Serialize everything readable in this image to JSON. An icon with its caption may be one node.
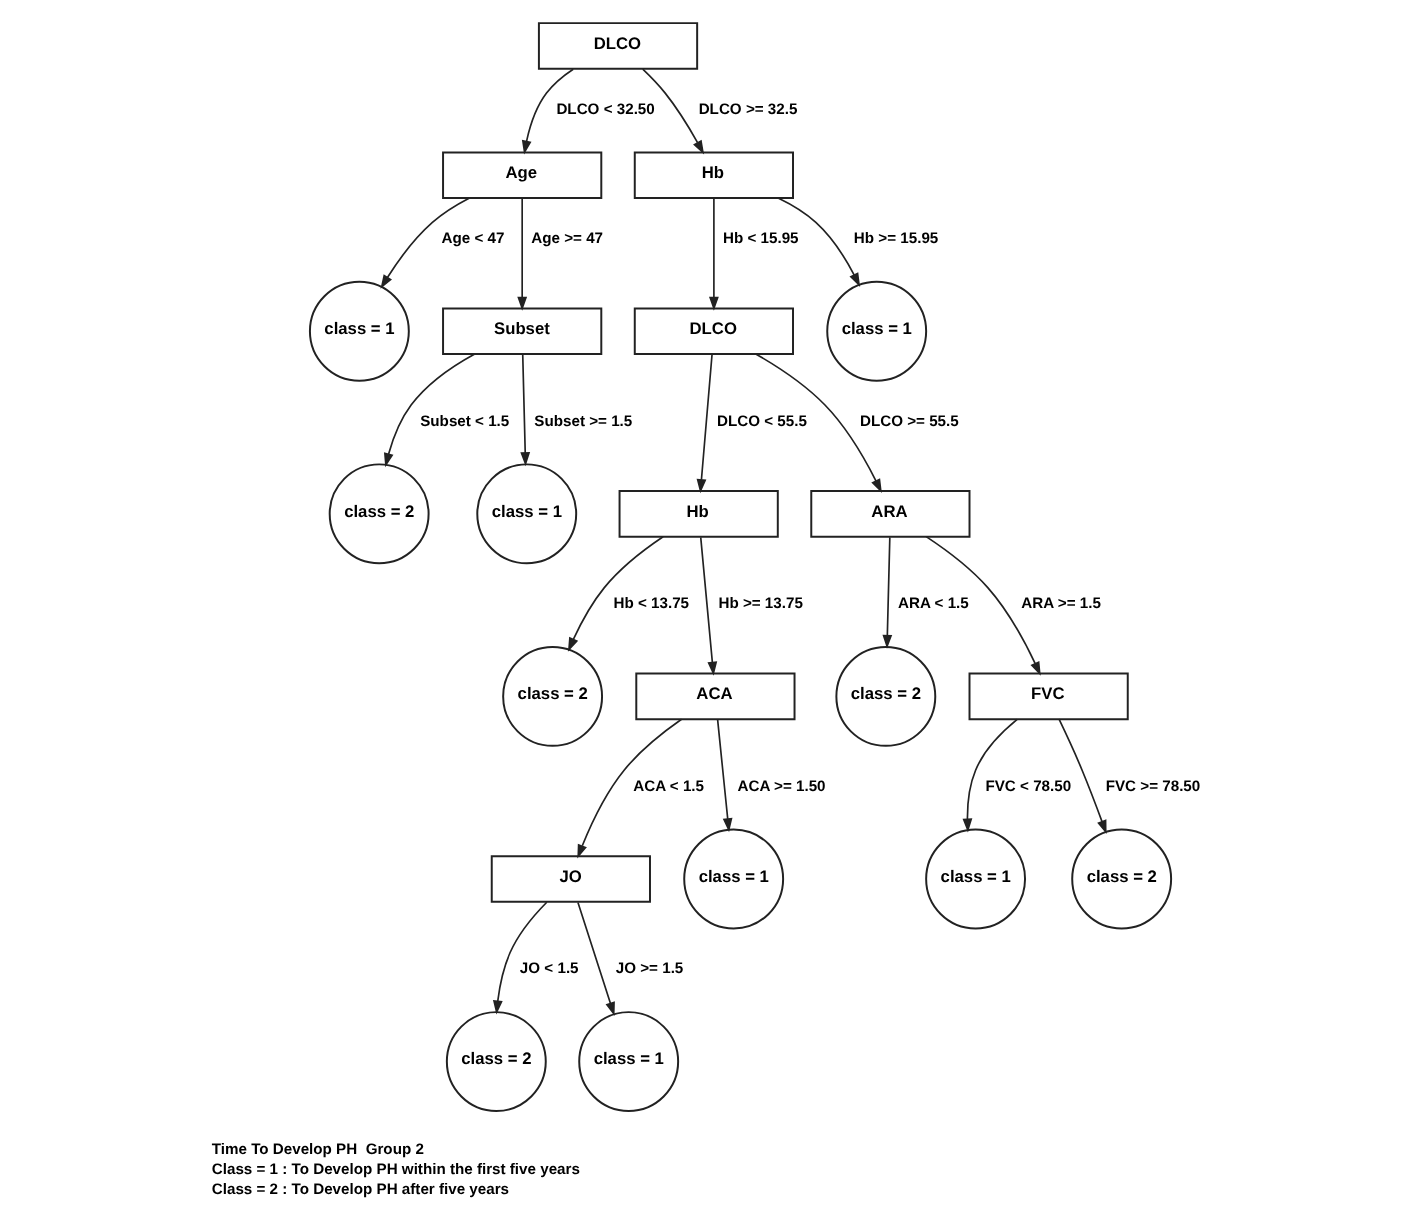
{
  "diagram": {
    "nodes": [
      {
        "text": [
          "DLCO"
        ]
      },
      {
        "text": [
          "Age"
        ]
      },
      {
        "text": [
          "Hb"
        ]
      },
      {
        "text": [
          "class = 1"
        ]
      },
      {
        "text": [
          "Subset"
        ]
      },
      {
        "text": [
          "DLCO"
        ]
      },
      {
        "text": [
          "class = 1"
        ]
      },
      {
        "text": [
          "class = 2"
        ]
      },
      {
        "text": [
          "class = 1"
        ]
      },
      {
        "text": [
          "Hb"
        ]
      },
      {
        "text": [
          "ARA"
        ]
      },
      {
        "text": [
          "class = 2"
        ]
      },
      {
        "text": [
          "ACA"
        ]
      },
      {
        "text": [
          "class = 2"
        ]
      },
      {
        "text": [
          "FVC"
        ]
      },
      {
        "text": [
          "JO"
        ]
      },
      {
        "text": [
          "class = 1"
        ]
      },
      {
        "text": [
          "class = 1"
        ]
      },
      {
        "text": [
          "class = 2"
        ]
      },
      {
        "text": [
          "class = 2"
        ]
      },
      {
        "text": [
          "class = 1"
        ]
      }
    ],
    "edges": [
      {
        "from": 0,
        "to": 1,
        "arrow": "to",
        "label": "DLCO < 32.50"
      },
      {
        "from": 0,
        "to": 2,
        "arrow": "to",
        "label": "DLCO >= 32.5"
      },
      {
        "from": 1,
        "to": 3,
        "arrow": "to",
        "label": "Age < 47"
      },
      {
        "from": 1,
        "to": 4,
        "arrow": "to",
        "label": "Age >= 47"
      },
      {
        "from": 2,
        "to": 5,
        "arrow": "to",
        "label": "Hb < 15.95"
      },
      {
        "from": 2,
        "to": 6,
        "arrow": "to",
        "label": "Hb >= 15.95"
      },
      {
        "from": 4,
        "to": 7,
        "arrow": "to",
        "label": "Subset < 1.5"
      },
      {
        "from": 4,
        "to": 8,
        "arrow": "to",
        "label": "Subset >= 1.5"
      },
      {
        "from": 5,
        "to": 9,
        "arrow": "to",
        "label": "DLCO < 55.5"
      },
      {
        "from": 5,
        "to": 10,
        "arrow": "to",
        "label": "DLCO >= 55.5"
      },
      {
        "from": 9,
        "to": 11,
        "arrow": "to",
        "label": "Hb < 13.75"
      },
      {
        "from": 9,
        "to": 12,
        "arrow": "to",
        "label": "Hb >= 13.75"
      },
      {
        "from": 10,
        "to": 13,
        "arrow": "to",
        "label": "ARA < 1.5"
      },
      {
        "from": 10,
        "to": 14,
        "arrow": "to",
        "label": "ARA >= 1.5"
      },
      {
        "from": 12,
        "to": 15,
        "arrow": "to",
        "label": "ACA < 1.5"
      },
      {
        "from": 12,
        "to": 16,
        "arrow": "to",
        "label": "ACA >= 1.50"
      },
      {
        "from": 14,
        "to": 17,
        "arrow": "to",
        "label": "FVC < 78.50"
      },
      {
        "from": 14,
        "to": 18,
        "arrow": "to",
        "label": "FVC >= 78.50"
      },
      {
        "from": 15,
        "to": 19,
        "arrow": "to",
        "label": "JO < 1.5"
      },
      {
        "from": 15,
        "to": 20,
        "arrow": "to",
        "label": "JO >= 1.5"
      }
    ],
    "labels": [
      "Time To Develop PH  Group 2",
      "Class = 1 : To Develop PH within the first five years",
      "Class = 2 : To Develop PH after five years"
    ]
  }
}
